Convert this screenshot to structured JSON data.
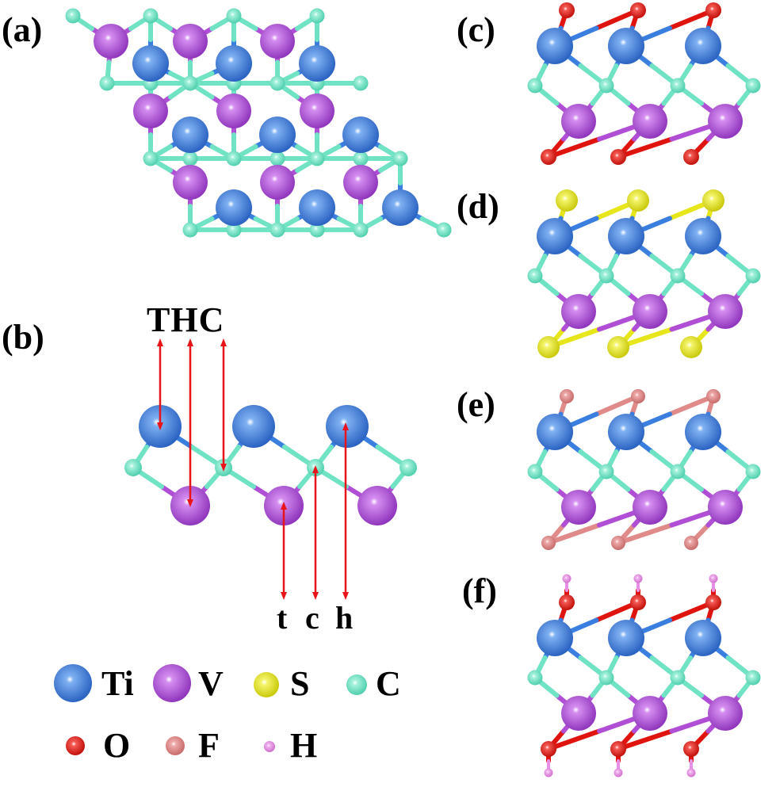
{
  "panels": {
    "a": "(a)",
    "b": "(b)",
    "c": "(c)",
    "d": "(d)",
    "e": "(e)",
    "f": "(f)"
  },
  "site_labels": {
    "top": "THC",
    "bottom_t": "t",
    "bottom_c": "c",
    "bottom_h": "h"
  },
  "legend": [
    {
      "symbol": "Ti",
      "color": "#3a7ee0"
    },
    {
      "symbol": "V",
      "color": "#b04fd6"
    },
    {
      "symbol": "S",
      "color": "#e6e61a"
    },
    {
      "symbol": "C",
      "color": "#6fe3c4"
    },
    {
      "symbol": "O",
      "color": "#e0140e"
    },
    {
      "symbol": "F",
      "color": "#e08a8a"
    },
    {
      "symbol": "H",
      "color": "#e890e6"
    }
  ],
  "colors": {
    "Ti": "#3a7ee0",
    "V": "#b04fd6",
    "C": "#6fe3c4",
    "S": "#e6e61a",
    "O": "#e0140e",
    "F": "#e08a8a",
    "H": "#e890e6",
    "arrow": "#e8141a"
  }
}
